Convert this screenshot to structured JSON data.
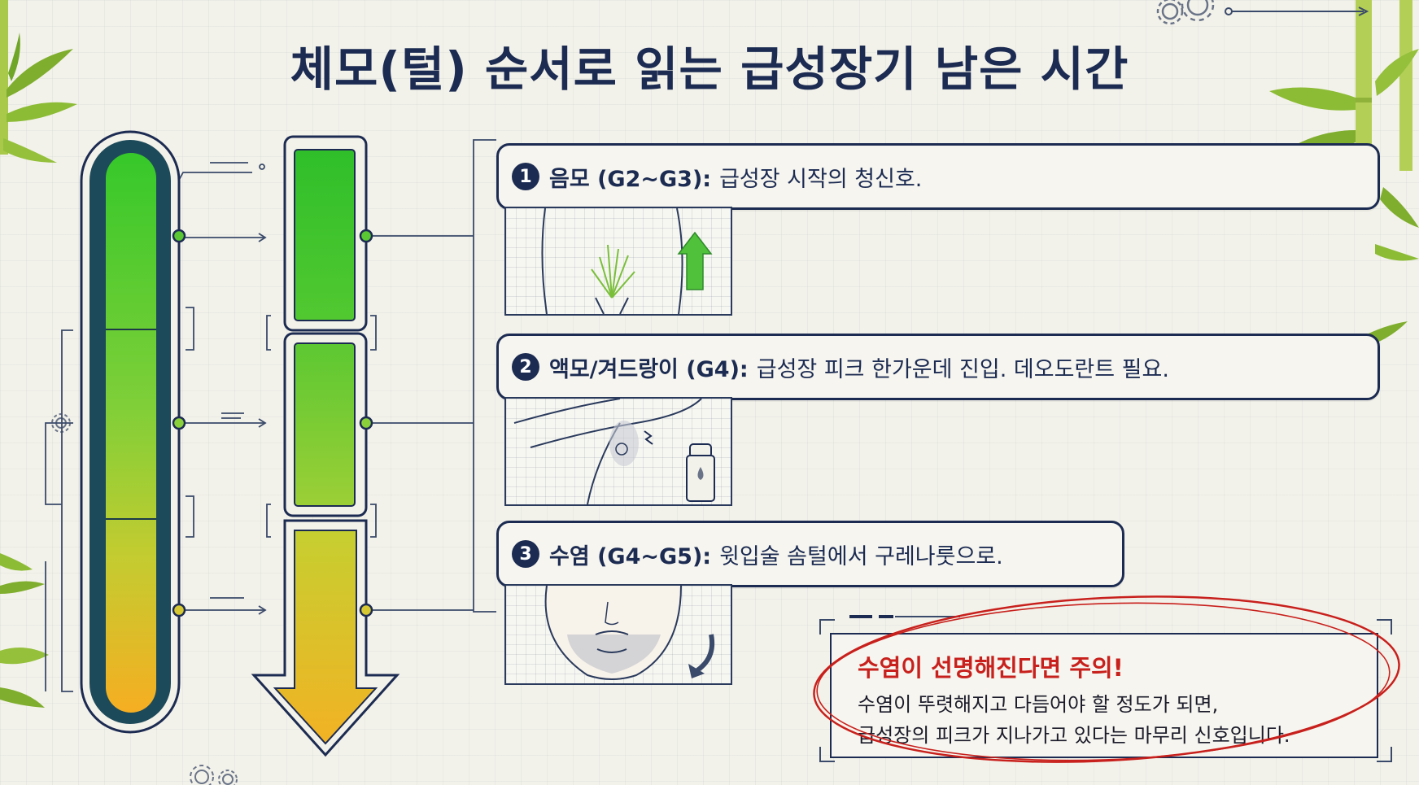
{
  "title": "체모(털) 순서로 읽는 급성장기 남은 시간",
  "steps": [
    {
      "number": "1",
      "name": "음모 (G2~G3):",
      "desc": "급성장 시작의 청신호."
    },
    {
      "number": "2",
      "name": "액모/겨드랑이 (G4):",
      "desc": "급성장 피크 한가운데 진입. 데오도란트 필요."
    },
    {
      "number": "3",
      "name": "수염 (G4~G5):",
      "desc": "윗입술 솜털에서 구레나룻으로."
    }
  ],
  "warning": {
    "title": "수염이 선명해진다면 주의!",
    "line1": "수염이 뚜렷해지고 다듬어야 할 정도가 되면,",
    "line2": "급성장의 피크가 지나가고 있다는 마무리 신호입니다."
  },
  "colors": {
    "navy": "#1c2b52",
    "green": "#33c22c",
    "lime": "#8fd23a",
    "yellow": "#d8c62c",
    "orange": "#f3b025",
    "warning_red": "#c8201c"
  },
  "icons": [
    "gear-icon",
    "bamboo-leaves",
    "up-arrow-icon",
    "deodorant-icon",
    "curved-arrow-icon"
  ]
}
